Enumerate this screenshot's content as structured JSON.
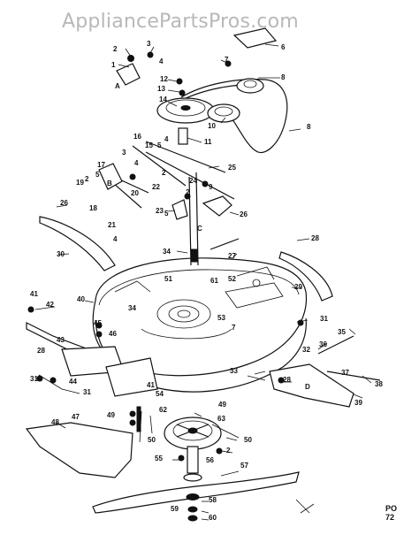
{
  "watermark": "AppliancePartsPros.com",
  "page_code": [
    "PO",
    "72"
  ],
  "letters": [
    "A",
    "B",
    "C",
    "D"
  ],
  "callouts": [
    "1",
    "2",
    "3",
    "4",
    "5",
    "6",
    "7",
    "8",
    "9",
    "10",
    "11",
    "12",
    "13",
    "14",
    "15",
    "16",
    "17",
    "18",
    "19",
    "20",
    "21",
    "22",
    "23",
    "24",
    "25",
    "26",
    "27",
    "28",
    "29",
    "30",
    "31",
    "32",
    "33",
    "34",
    "35",
    "36",
    "37",
    "38",
    "39",
    "40",
    "41",
    "42",
    "43",
    "44",
    "45",
    "46",
    "47",
    "48",
    "49",
    "50",
    "51",
    "52",
    "53",
    "54",
    "55",
    "56",
    "57",
    "58",
    "59",
    "60",
    "61",
    "62",
    "63"
  ]
}
